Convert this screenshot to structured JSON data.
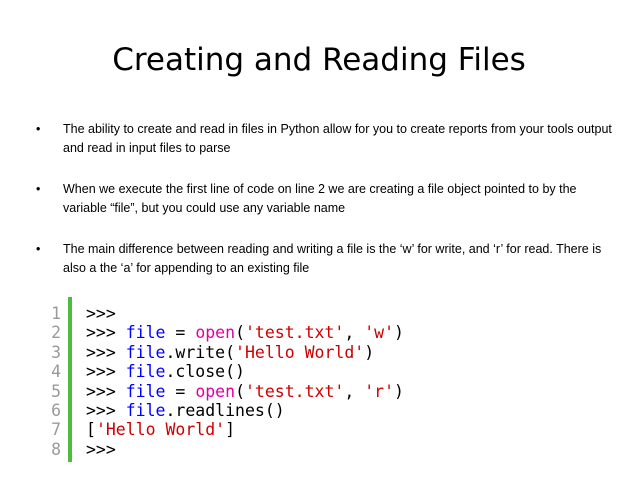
{
  "title": "Creating and Reading Files",
  "bullets": [
    {
      "symbol": "•",
      "text": "The ability to create and read in files in Python allow for you to create reports from your tools output and read in input files to parse"
    },
    {
      "symbol": "•",
      "text": "When we execute the first line of code on line 2 we are creating a file object pointed to by the variable “file”, but you could use any variable name"
    },
    {
      "symbol": "•",
      "text": "The main difference between reading and writing a file is the ‘w’ for write, and ‘r’ for read.  There is also a the ‘a’ for appending to an existing file"
    }
  ],
  "code": {
    "line_numbers": [
      "1",
      "2",
      "3",
      "4",
      "5",
      "6",
      "7",
      "8"
    ],
    "lines": [
      [
        {
          "t": "prompt",
          "v": ">>>"
        }
      ],
      [
        {
          "t": "prompt",
          "v": ">>> "
        },
        {
          "t": "var",
          "v": "file"
        },
        {
          "t": "meth",
          "v": " = "
        },
        {
          "t": "fn",
          "v": "open"
        },
        {
          "t": "meth",
          "v": "("
        },
        {
          "t": "str",
          "v": "'test.txt'"
        },
        {
          "t": "meth",
          "v": ", "
        },
        {
          "t": "str",
          "v": "'w'"
        },
        {
          "t": "meth",
          "v": ")"
        }
      ],
      [
        {
          "t": "prompt",
          "v": ">>> "
        },
        {
          "t": "var",
          "v": "file"
        },
        {
          "t": "meth",
          "v": ".write("
        },
        {
          "t": "str",
          "v": "'Hello World'"
        },
        {
          "t": "meth",
          "v": ")"
        }
      ],
      [
        {
          "t": "prompt",
          "v": ">>> "
        },
        {
          "t": "var",
          "v": "file"
        },
        {
          "t": "meth",
          "v": ".close()"
        }
      ],
      [
        {
          "t": "prompt",
          "v": ">>> "
        },
        {
          "t": "var",
          "v": "file"
        },
        {
          "t": "meth",
          "v": " = "
        },
        {
          "t": "fn",
          "v": "open"
        },
        {
          "t": "meth",
          "v": "("
        },
        {
          "t": "str",
          "v": "'test.txt'"
        },
        {
          "t": "meth",
          "v": ", "
        },
        {
          "t": "str",
          "v": "'r'"
        },
        {
          "t": "meth",
          "v": ")"
        }
      ],
      [
        {
          "t": "prompt",
          "v": ">>> "
        },
        {
          "t": "var",
          "v": "file"
        },
        {
          "t": "meth",
          "v": ".readlines()"
        }
      ],
      [
        {
          "t": "meth",
          "v": "["
        },
        {
          "t": "str",
          "v": "'Hello World'"
        },
        {
          "t": "meth",
          "v": "]"
        }
      ],
      [
        {
          "t": "prompt",
          "v": ">>>"
        }
      ]
    ]
  },
  "colors": {
    "gutter_bar": "#4cbc3c",
    "keyword_var": "#0000ff",
    "builtin_fn": "#e000a0",
    "string": "#cc0000"
  }
}
